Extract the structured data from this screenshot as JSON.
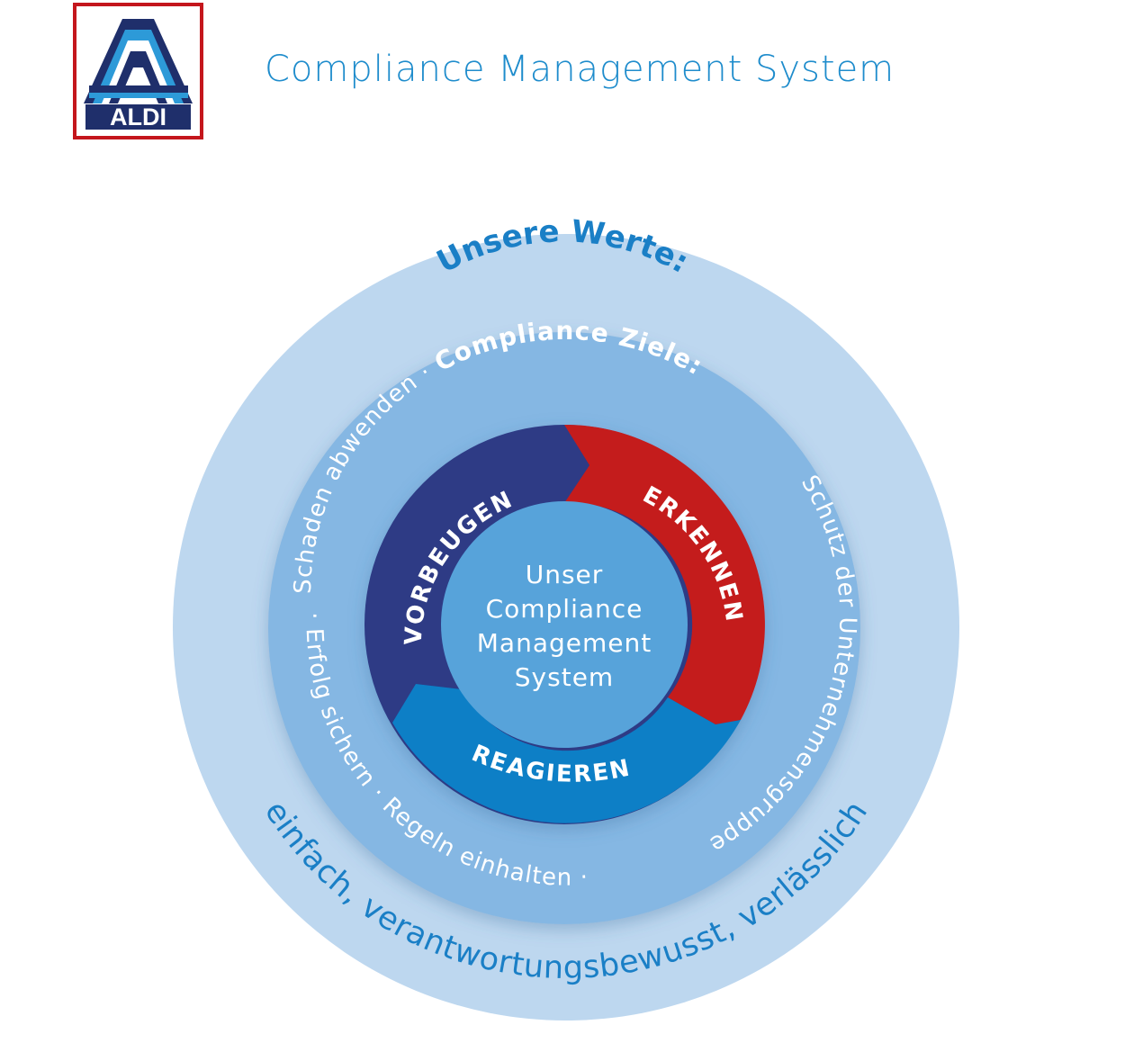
{
  "header": {
    "title": "Compliance Management System",
    "logo_text": "ALDI"
  },
  "values": {
    "title": "Unsere Werte:",
    "list": "einfach, verantwortungsbewusst, verlässlich"
  },
  "goals": {
    "prefix": "Schaden abwenden · ",
    "title": "Compliance Ziele:",
    "right": " Schutz der Unternehmensgruppe",
    "bottom_left": "· Erfolg sichern · Regeln einhalten ·"
  },
  "cycle": {
    "segments": [
      {
        "label": "VORBEUGEN",
        "color": "#2e3a85"
      },
      {
        "label": "ERKENNEN",
        "color": "#c41a1f"
      },
      {
        "label": "REAGIEREN",
        "color": "#0a7fc6"
      }
    ]
  },
  "center": {
    "lines": [
      "Unser",
      "Compliance",
      "Management",
      "System"
    ]
  },
  "colors": {
    "outer_ring": "#bdd7ef",
    "middle_ring": "#85b7e3",
    "core": "#57a3da",
    "accent": "#1a7fc6",
    "logo_red": "#c4161c",
    "logo_navy": "#1f2f6b"
  }
}
